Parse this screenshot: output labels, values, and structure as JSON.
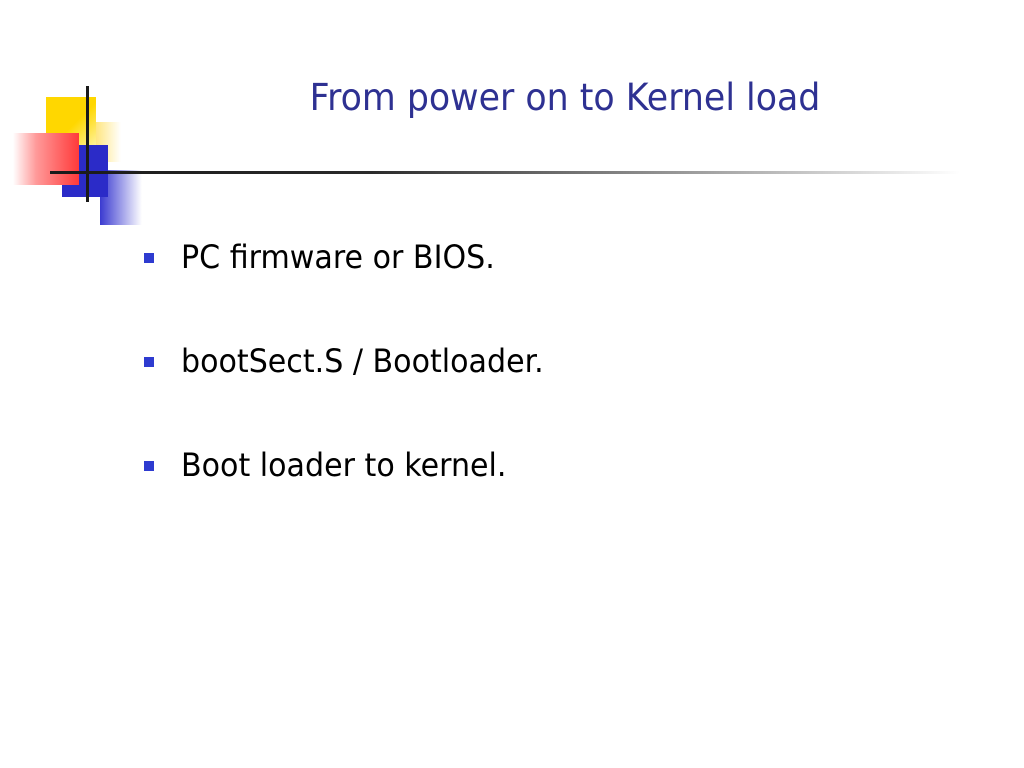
{
  "slide": {
    "title": "From power on to Kernel load",
    "bullets": [
      "PC firmware or BIOS.",
      "bootSect.S / Bootloader.",
      "Boot loader to kernel."
    ]
  },
  "colors": {
    "title": "#2e3192",
    "bullet_marker": "#2e3bd0",
    "body_text": "#000000",
    "logo_yellow": "#ffd700",
    "logo_red": "#ff3a3a",
    "logo_blue": "#2b2bc8"
  }
}
